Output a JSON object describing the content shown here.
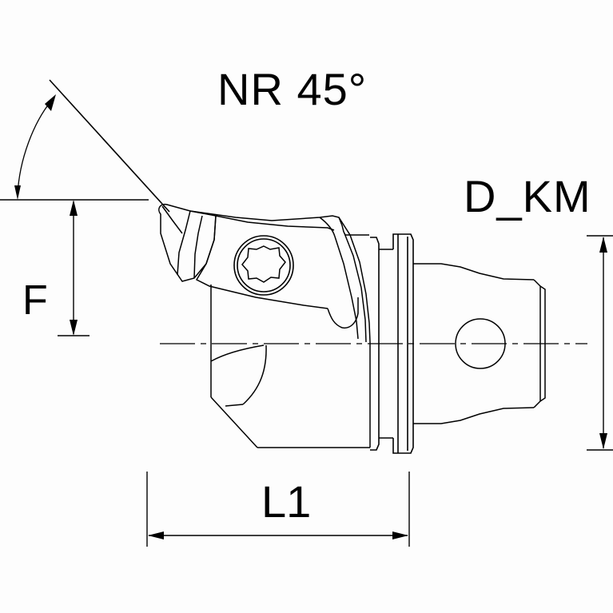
{
  "drawing": {
    "type": "technical-engineering-drawing",
    "subject": "indexable insert turning tool holder with KM modular quick-change shank",
    "view": "side elevation, sectioned",
    "background_color": "#fdfdfd",
    "line_color": "#000000",
    "annotations": {
      "corner_angle": {
        "label": "NR 45°",
        "name": "nose-radius-angle",
        "value": 45,
        "unit": "degree"
      },
      "coupling_diameter": {
        "label": "D_KM",
        "name": "km-coupling-diameter",
        "value": "",
        "unit": "mm"
      },
      "functional_length": {
        "label": "F",
        "name": "center-height-f",
        "value": "",
        "unit": "mm"
      },
      "overall_length": {
        "label": "L1",
        "name": "length-l1",
        "value": "",
        "unit": "mm"
      }
    },
    "features": [
      {
        "name": "cutting-insert",
        "description": "rhombic indexable insert at upper-left"
      },
      {
        "name": "torx-screw",
        "description": "six-lobe torx clamping screw in insert pocket"
      },
      {
        "name": "tool-body",
        "description": "main holder body with chamfered lower-left corner"
      },
      {
        "name": "km-flange",
        "description": "coupling flange / shoulder ring"
      },
      {
        "name": "tapered-shank",
        "description": "hollow tapered KM shank"
      },
      {
        "name": "drive-hole",
        "description": "circular clamping bore through shank"
      },
      {
        "name": "center-axis",
        "description": "horizontal dash-dot rotation axis"
      }
    ]
  }
}
